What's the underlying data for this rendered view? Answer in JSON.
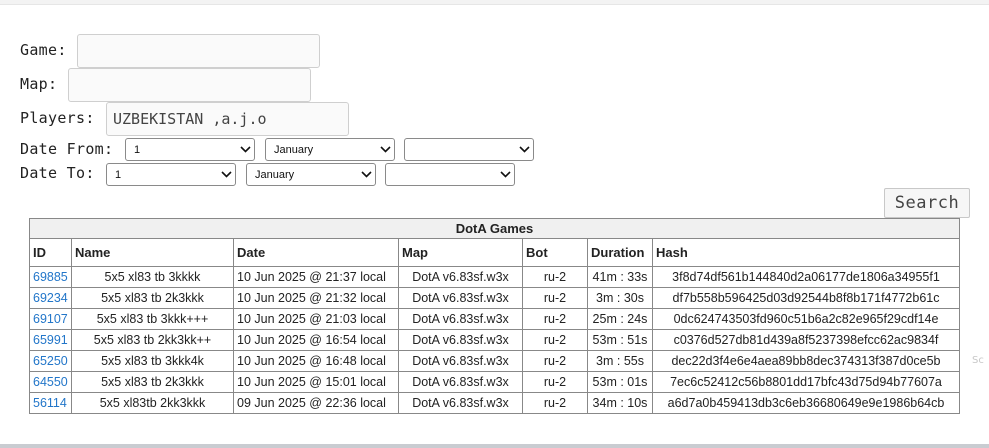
{
  "form": {
    "game_label": "Game:",
    "game_value": "",
    "map_label": "Map:",
    "map_value": "",
    "players_label": "Players:",
    "players_value": "UZBEKISTAN ,a.j.o",
    "date_from_label": "Date From:",
    "date_from": {
      "day": "1",
      "month": "January",
      "year": ""
    },
    "date_to_label": "Date To:",
    "date_to": {
      "day": "1",
      "month": "January",
      "year": ""
    },
    "search_label": "Search"
  },
  "table": {
    "caption": "DotA Games",
    "headers": [
      "ID",
      "Name",
      "Date",
      "Map",
      "Bot",
      "Duration",
      "Hash"
    ],
    "rows": [
      {
        "id": "69885",
        "name": "5x5 xl83 tb 3kkkk",
        "date": "10 Jun 2025 @ 21:37 local",
        "map": "DotA v6.83sf.w3x",
        "bot": "ru-2",
        "duration": "41m : 33s",
        "hash": "3f8d74df561b144840d2a06177de1806a34955f1"
      },
      {
        "id": "69234",
        "name": "5x5 xl83 tb 2k3kkk",
        "date": "10 Jun 2025 @ 21:32 local",
        "map": "DotA v6.83sf.w3x",
        "bot": "ru-2",
        "duration": "3m : 30s",
        "hash": "df7b558b596425d03d92544b8f8b171f4772b61c"
      },
      {
        "id": "69107",
        "name": "5x5 xl83 tb 3kkk+++",
        "date": "10 Jun 2025 @ 21:03 local",
        "map": "DotA v6.83sf.w3x",
        "bot": "ru-2",
        "duration": "25m : 24s",
        "hash": "0dc624743503fd960c51b6a2c82e965f29cdf14e"
      },
      {
        "id": "65991",
        "name": "5x5 xl83 tb 2kk3kk++",
        "date": "10 Jun 2025 @ 16:54 local",
        "map": "DotA v6.83sf.w3x",
        "bot": "ru-2",
        "duration": "53m : 51s",
        "hash": "c0376d527db81d439a8f5237398efcc62ac9834f"
      },
      {
        "id": "65250",
        "name": "5x5 xl83 tb 3kkk4k",
        "date": "10 Jun 2025 @ 16:48 local",
        "map": "DotA v6.83sf.w3x",
        "bot": "ru-2",
        "duration": "3m : 55s",
        "hash": "dec22d3f4e6e4aea89bb8dec374313f387d0ce5b"
      },
      {
        "id": "64550",
        "name": "5x5 xl83 tb 2k3kkk",
        "date": "10 Jun 2025 @ 15:01 local",
        "map": "DotA v6.83sf.w3x",
        "bot": "ru-2",
        "duration": "53m : 01s",
        "hash": "7ec6c52412c56b8801dd17bfc43d75d94b77607a"
      },
      {
        "id": "56114",
        "name": "5x5 xl83tb 2kk3kkk",
        "date": "09 Jun 2025 @ 22:36 local",
        "map": "DotA v6.83sf.w3x",
        "bot": "ru-2",
        "duration": "34m : 10s",
        "hash": "a6d7a0b459413db3c6eb36680649e9e1986b64cb"
      }
    ]
  },
  "side_fragment": "Sc",
  "colors": {
    "link": "#2276c9",
    "border": "#888888",
    "caption_bg": "#f0f0f0"
  }
}
